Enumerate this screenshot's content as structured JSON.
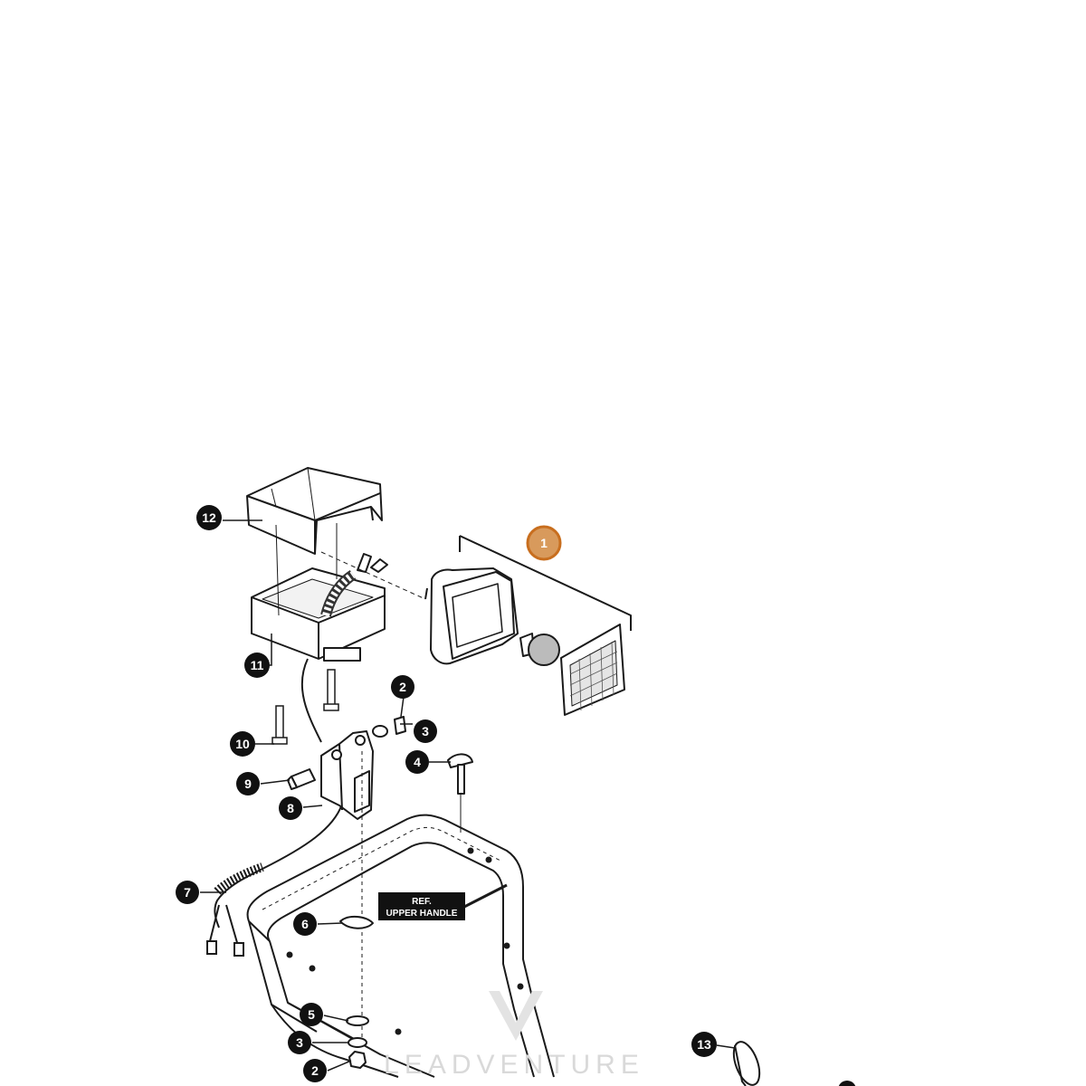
{
  "callouts": {
    "c1": "1",
    "c2a": "2",
    "c2b": "2",
    "c3a": "3",
    "c3b": "3",
    "c4": "4",
    "c5": "5",
    "c6": "6",
    "c7": "7",
    "c8": "8",
    "c9": "9",
    "c10": "10",
    "c11": "11",
    "c12": "12",
    "c13": "13"
  },
  "reference_label": {
    "line1": "REF.",
    "line2": "UPPER HANDLE"
  },
  "watermark": "LEADVENTURE",
  "colors": {
    "callout_fill": "#111111",
    "highlight_fill": "#d89a5c",
    "highlight_ring": "#c86e1e",
    "line": "#1a1a1a",
    "watermark": "#d9d9d9"
  }
}
